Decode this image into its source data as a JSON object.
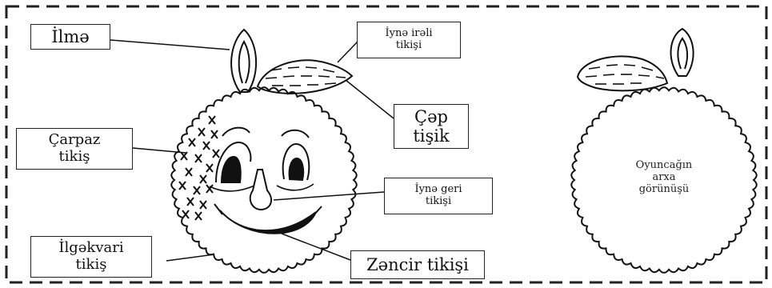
{
  "labels": {
    "ilme": "İlmə",
    "iyne_ireli": [
      "İynə irəli",
      "tikişi"
    ],
    "cep_tisik": [
      "Çəp",
      "tişik"
    ],
    "carpaz": [
      "Çarpaz",
      "tikiş"
    ],
    "iyne_geri": [
      "İynə geri",
      "tikişi"
    ],
    "ilgekvari": [
      "İlgəkvari",
      "tikiş"
    ],
    "zencir": "Zəncir tikişi"
  },
  "back_view": [
    "Oyuncağın",
    "arxa",
    "görünüşü"
  ],
  "colors": {
    "ink": "#111111",
    "frame": "#222222",
    "background": "#ffffff"
  }
}
